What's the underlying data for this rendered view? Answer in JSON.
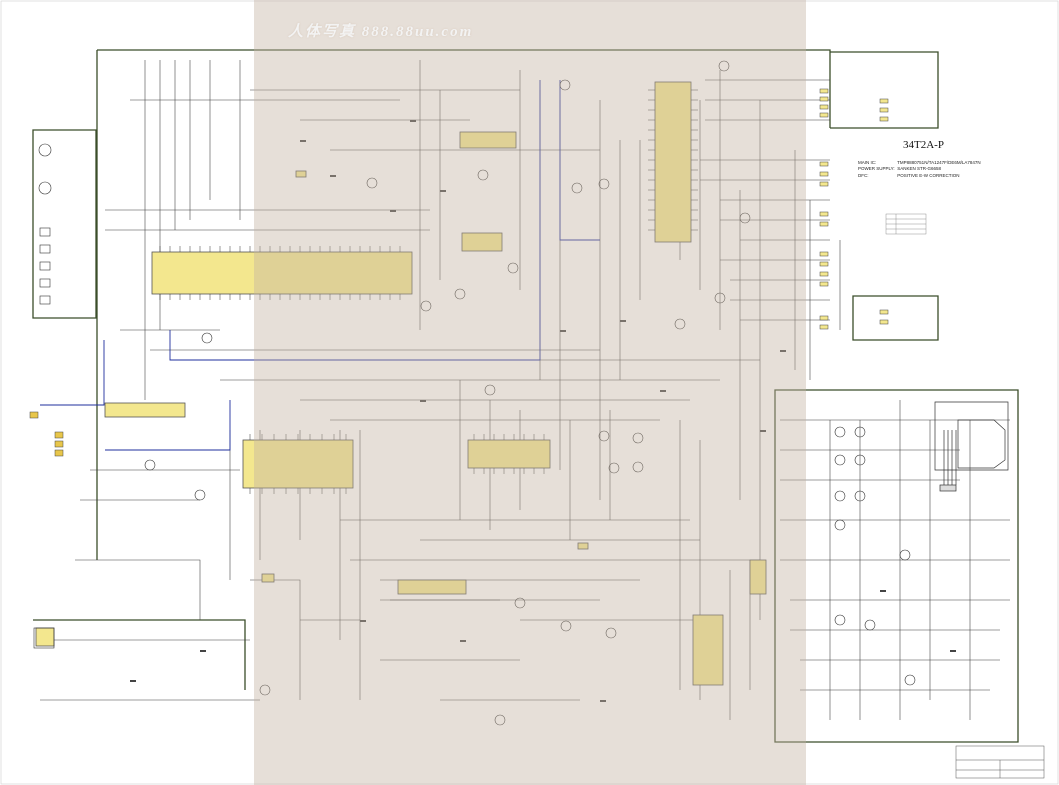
{
  "watermark": "人体写真 888.88uu.com",
  "title": {
    "model": "34T2A-P"
  },
  "notes": [
    {
      "key": "MAIN IC:",
      "value": "TMP8880751N/TA1247F/DE6M/LA7847N"
    },
    {
      "key": "POWER SUPPLY:",
      "value": "SANKEN STR-G6658"
    },
    {
      "key": "DFC:",
      "value": "POSITIVE E-W CORRECTION"
    }
  ],
  "colors": {
    "wire": "#2a2a2a",
    "ic_fill": "#f3e78e",
    "blue_wire": "#1f2f9e",
    "frame": "#3b4d2a"
  }
}
